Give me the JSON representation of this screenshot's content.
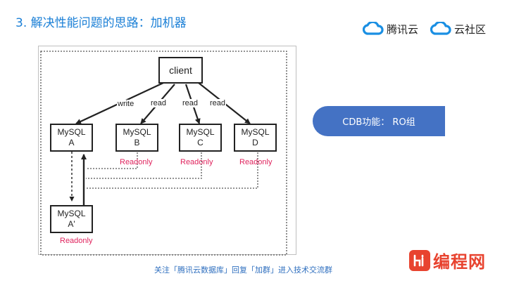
{
  "title": "3. 解决性能问题的思路：加机器",
  "logos": {
    "tencent_cloud": "腾讯云",
    "cloud_community": "云社区"
  },
  "diagram": {
    "nodes": {
      "client": "client",
      "mysql_a": [
        "MySQL",
        "A"
      ],
      "mysql_b": [
        "MySQL",
        "B"
      ],
      "mysql_c": [
        "MySQL",
        "C"
      ],
      "mysql_d": [
        "MySQL",
        "D"
      ],
      "mysql_a2": [
        "MySQL",
        "A'"
      ]
    },
    "edges": {
      "write": "write",
      "read_b": "read",
      "read_c": "read",
      "read_d": "read"
    },
    "readonly_label": "Readonly"
  },
  "callout": "CDB功能： RO组",
  "footer": "关注「腾讯云数据库」回复「加群」进入技术交流群",
  "watermark": {
    "text": "编程网",
    "badge": "h"
  },
  "colors": {
    "title": "#1a7fd6",
    "callout_bg": "#4472c4",
    "readonly": "#e0245e",
    "watermark": "#e8432f",
    "footer": "#2f6fbf"
  }
}
